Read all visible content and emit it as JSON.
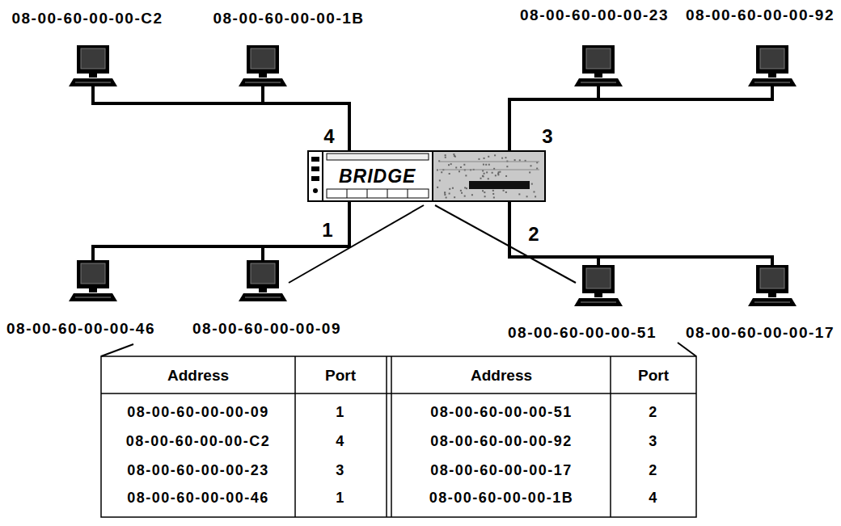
{
  "diagram": {
    "nodes": [
      {
        "text": [
          "08-00-60-00-00-C2"
        ]
      },
      {
        "text": [
          "08-00-60-00-00-1B"
        ]
      },
      {
        "text": [
          "08-00-60-00-00-23"
        ]
      },
      {
        "text": [
          "08-00-60-00-00-92"
        ]
      },
      {
        "text": [
          "BRIDGE"
        ]
      },
      {
        "text": [
          "08-00-60-00-00-46"
        ]
      },
      {
        "text": [
          "08-00-60-00-00-09"
        ]
      },
      {
        "text": [
          "08-00-60-00-00-51"
        ]
      },
      {
        "text": [
          "08-00-60-00-00-17"
        ]
      }
    ],
    "edges": [
      {
        "from": 0,
        "to": 4,
        "arrow": "none"
      },
      {
        "from": 1,
        "to": 4,
        "arrow": "none"
      },
      {
        "from": 2,
        "to": 4,
        "arrow": "none"
      },
      {
        "from": 3,
        "to": 4,
        "arrow": "none"
      },
      {
        "from": 5,
        "to": 4,
        "arrow": "none"
      },
      {
        "from": 6,
        "to": 4,
        "arrow": "none"
      },
      {
        "from": 7,
        "to": 4,
        "arrow": "none"
      },
      {
        "from": 8,
        "to": 4,
        "arrow": "none"
      }
    ],
    "labels": [
      "4",
      "3",
      "1",
      "2",
      "Address",
      "Port",
      "Address",
      "Port",
      "08-00-60-00-00-09",
      "1",
      "08-00-60-00-00-51",
      "2",
      "08-00-60-00-00-C2",
      "4",
      "08-00-60-00-00-92",
      "3",
      "08-00-60-00-00-23",
      "3",
      "08-00-60-00-00-17",
      "2",
      "08-00-60-00-00-46",
      "1",
      "08-00-60-00-00-1B",
      "4"
    ]
  }
}
